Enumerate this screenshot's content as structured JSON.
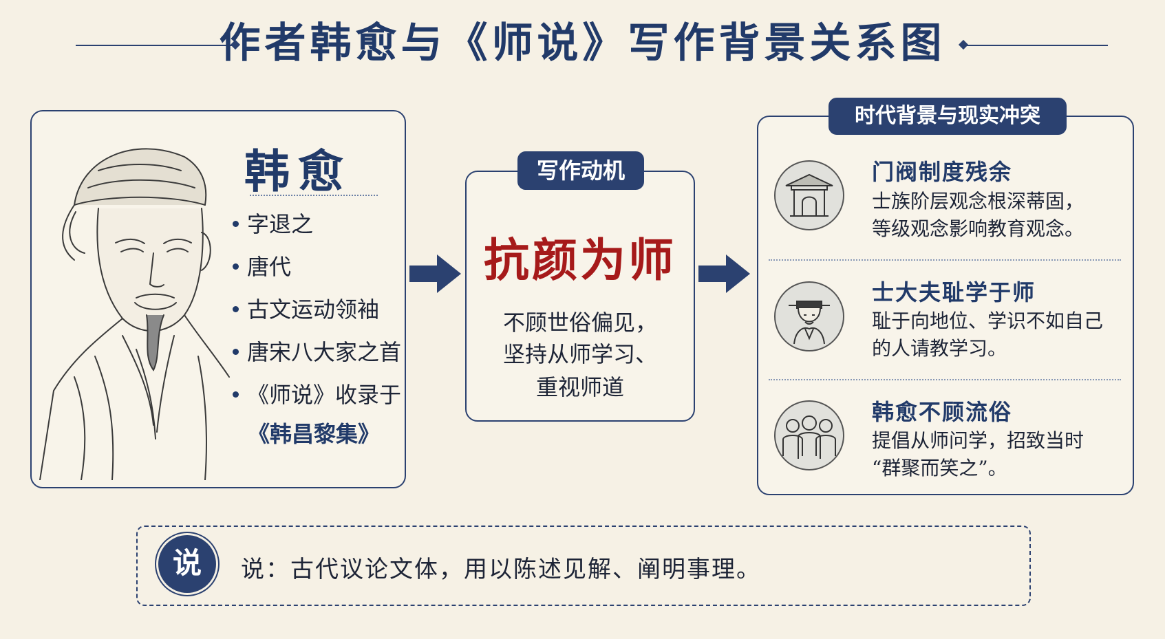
{
  "title": "作者韩愈与《师说》写作背景关系图",
  "author": {
    "name": "韩愈",
    "bullets": [
      "字退之",
      "唐代",
      "古文运动领袖",
      "唐宋八大家之首",
      "《师说》收录于"
    ],
    "collection": "《韩昌黎集》"
  },
  "motive": {
    "tag": "写作动机",
    "core": "抗颜为师",
    "lines": [
      "不顾世俗偏见，",
      "坚持从师学习、",
      "重视师道"
    ]
  },
  "background": {
    "tag": "时代背景与现实冲突",
    "items": [
      {
        "icon": "gate-icon",
        "title": "门阀制度残余",
        "desc": [
          "士族阶层观念根深蒂固，",
          "等级观念影响教育观念。"
        ]
      },
      {
        "icon": "scholar-icon",
        "title": "士大夫耻学于师",
        "desc": [
          "耻于向地位、学识不如自己",
          "的人请教学习。"
        ]
      },
      {
        "icon": "crowd-icon",
        "title": "韩愈不顾流俗",
        "desc": [
          "提倡从师问学，招致当时",
          "“群聚而笑之”。"
        ]
      }
    ]
  },
  "note": {
    "badge": "说",
    "text": "说：古代议论文体，用以陈述见解、阐明事理。"
  },
  "colors": {
    "navy": "#2b4170",
    "red": "#a61a1a",
    "paper": "#f6f1e5"
  }
}
